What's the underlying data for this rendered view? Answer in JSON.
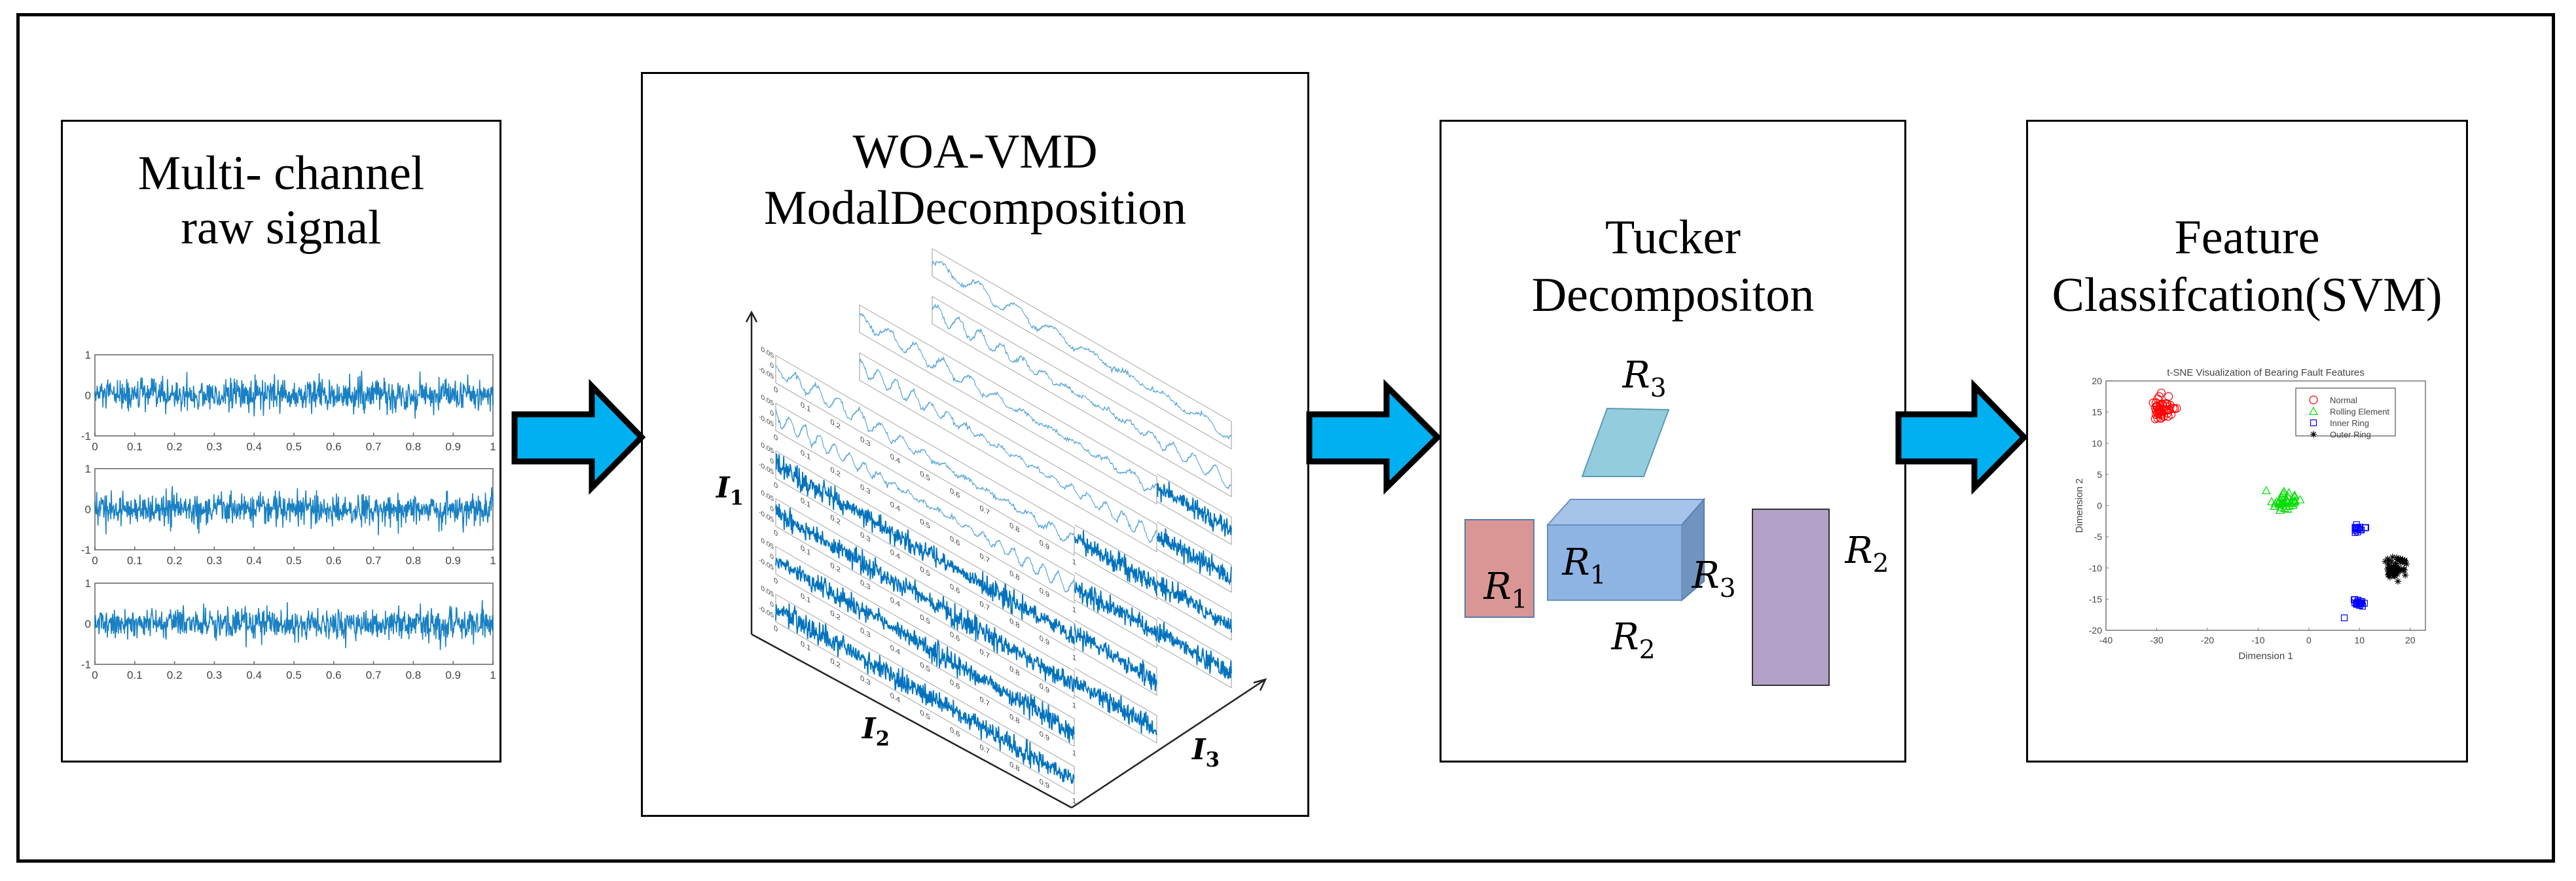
{
  "panels": [
    {
      "title_lines": [
        "Multi- channel",
        "raw signal"
      ]
    },
    {
      "title_lines": [
        "WOA-VMD",
        "ModalDecomposition"
      ]
    },
    {
      "title_lines": [
        "Tucker",
        "Decompositon"
      ]
    },
    {
      "title_lines": [
        "Feature",
        "Classifcation(SVM)"
      ]
    }
  ],
  "arrow_color": "#00b0f0",
  "raw_signal": {
    "channel_count": 3,
    "x_ticks": [
      "0",
      "0.1",
      "0.2",
      "0.3",
      "0.4",
      "0.5",
      "0.6",
      "0.7",
      "0.8",
      "0.9",
      "1"
    ],
    "y_ticks": [
      "1",
      "0",
      "-1"
    ],
    "color": "#0072bd"
  },
  "vmd": {
    "axis_labels": [
      {
        "main": "I",
        "sub": "1"
      },
      {
        "main": "I",
        "sub": "2"
      },
      {
        "main": "I",
        "sub": "3"
      }
    ],
    "x_ticks": [
      "0",
      "0.1",
      "0.2",
      "0.3",
      "0.4",
      "0.5",
      "0.6",
      "0.7",
      "0.8",
      "0.9",
      "1"
    ],
    "y_ticks": [
      "0.05",
      "0",
      "-0.05"
    ],
    "light_color": "#5aa7d9",
    "dark_color": "#0072bd"
  },
  "tucker": {
    "core_label": {
      "main": "R",
      "sub": "1"
    },
    "core_side_label": {
      "main": "R",
      "sub": "3"
    },
    "core_bottom_label": {
      "main": "R",
      "sub": "2"
    },
    "factor1_label": {
      "main": "R",
      "sub": "1"
    },
    "factor2_label": {
      "main": "R",
      "sub": "2"
    },
    "factor3_label": {
      "main": "R",
      "sub": "3"
    },
    "colors": {
      "factor1": "#da9694",
      "core": "#8eb4e3",
      "core_top": "#a6c4ea",
      "core_side": "#7094bd",
      "factor2": "#b3a2c7",
      "factor3": "#93cddd"
    }
  },
  "chart_data": {
    "type": "scatter",
    "title": "t-SNE Visualization of Bearing Fault Features",
    "xlabel": "Dimension 1",
    "ylabel": "Dimension 2",
    "xlim": [
      -40,
      23
    ],
    "ylim": [
      -20,
      20
    ],
    "x_ticks": [
      -40,
      -30,
      -20,
      -10,
      0,
      10,
      20
    ],
    "y_ticks": [
      -20,
      -15,
      -10,
      -5,
      0,
      5,
      10,
      15,
      20
    ],
    "legend_position": "top-right",
    "series": [
      {
        "name": "Normal",
        "marker": "circle",
        "color": "#ff0000",
        "clusters": [
          {
            "center": [
              -29,
              15.5
            ],
            "spread": [
              1.6,
              1.4
            ],
            "count": 45
          }
        ]
      },
      {
        "name": "Rolling Element",
        "marker": "triangle",
        "color": "#00dd00",
        "clusters": [
          {
            "center": [
              -4.5,
              0.6
            ],
            "spread": [
              2.0,
              1.1
            ],
            "count": 40
          }
        ]
      },
      {
        "name": "Inner Ring",
        "marker": "square",
        "color": "#0000ff",
        "clusters": [
          {
            "center": [
              10,
              -3.6
            ],
            "spread": [
              1.0,
              0.5
            ],
            "count": 20
          },
          {
            "center": [
              9.8,
              -15.6
            ],
            "spread": [
              1.0,
              0.4
            ],
            "count": 20
          },
          {
            "center": [
              7,
              -18
            ],
            "spread": [
              0,
              0
            ],
            "count": 1
          }
        ]
      },
      {
        "name": "Outer Ring",
        "marker": "asterisk",
        "color": "#000000",
        "clusters": [
          {
            "center": [
              17,
              -10
            ],
            "spread": [
              1.5,
              1.3
            ],
            "count": 55
          }
        ]
      }
    ]
  }
}
